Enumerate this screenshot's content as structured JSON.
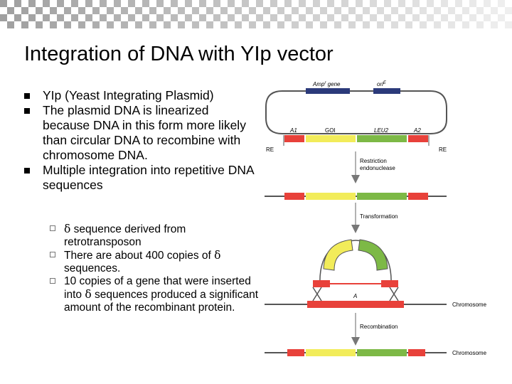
{
  "slide": {
    "title": "Integration of DNA with YIp vector",
    "bullets": [
      "YIp (Yeast Integrating Plasmid)",
      "The plasmid DNA is linearized because DNA in this form more likely than circular DNA to recombine with chromosome DNA.",
      "Multiple integration into repetitive DNA sequences"
    ],
    "subbullets": [
      {
        "symbol": "δ",
        "text": " sequence derived from retrotransposon"
      },
      {
        "prefix": "There are about 400 copies of ",
        "symbol": "δ",
        "text": " sequences."
      },
      {
        "prefix": "10 copies of a gene that were inserted into ",
        "symbol": "δ",
        "text": " sequences produced a significant amount of the recombinant protein."
      }
    ]
  },
  "diagram": {
    "labels": {
      "ampr_gene": "Amp",
      "ampr_sup": "r",
      "ampr_suffix": " gene",
      "ori": "ori",
      "ori_sup": "E",
      "a1": "A1",
      "goi": "GOI",
      "leu2": "LEU2",
      "a2": "A2",
      "re_left": "RE",
      "re_right": "RE",
      "restriction_line1": "Restriction",
      "restriction_line2": "endonuclease",
      "transformation": "Transformation",
      "a_mid": "A",
      "chromosome1": "Chromosome",
      "recombination": "Recombination",
      "chromosome2": "Chromosome"
    },
    "colors": {
      "red": "#e8413a",
      "yellow": "#f2ec5a",
      "green": "#7db946",
      "navy": "#2b3a7a",
      "line": "#555555"
    }
  }
}
